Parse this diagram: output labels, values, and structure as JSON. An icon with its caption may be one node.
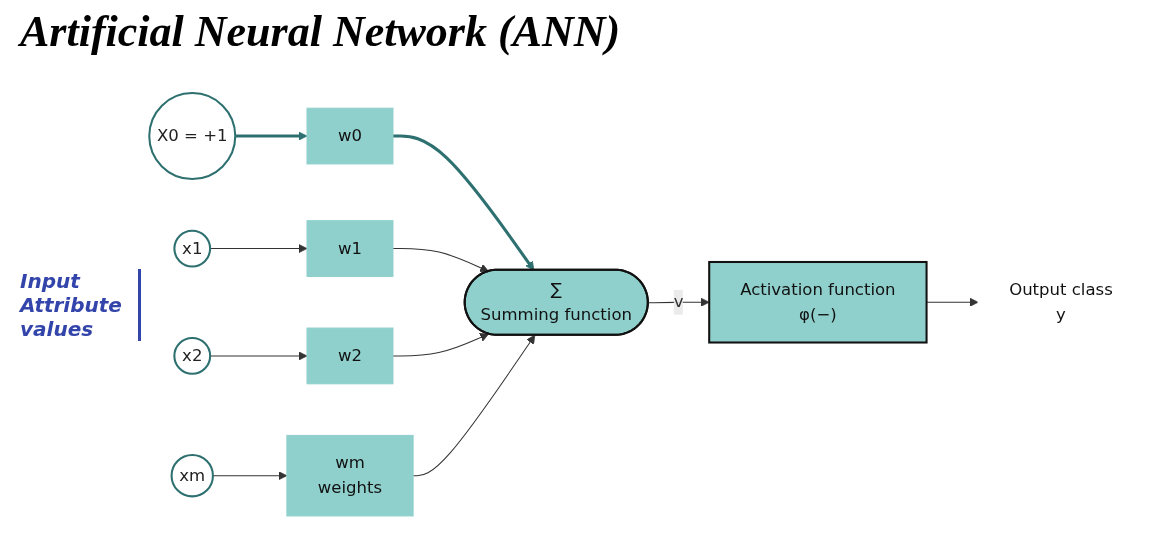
{
  "diagram": {
    "title": "Artificial Neural Network (ANN)",
    "nodes": [
      {
        "text": [
          "X0 = +1"
        ]
      },
      {
        "text": [
          "w0"
        ]
      },
      {
        "text": [
          "x1"
        ]
      },
      {
        "text": [
          "w1"
        ]
      },
      {
        "text": [
          "x2"
        ]
      },
      {
        "text": [
          "w2"
        ]
      },
      {
        "text": [
          "xm"
        ]
      },
      {
        "text": [
          "wm",
          "weights"
        ]
      },
      {
        "text": [
          "∑",
          "Summing function"
        ]
      },
      {
        "text": [
          "Activation function",
          "φ(−)"
        ]
      },
      {
        "text": [
          "Output class",
          "y"
        ]
      }
    ],
    "edges": [
      {
        "from": 0,
        "to": 1,
        "arrow": "to",
        "style": "thick",
        "color": "#2e7070"
      },
      {
        "from": 1,
        "to": 8,
        "arrow": "to",
        "style": "thick",
        "color": "#2e7070"
      },
      {
        "from": 2,
        "to": 3,
        "arrow": "to"
      },
      {
        "from": 3,
        "to": 8,
        "arrow": "to"
      },
      {
        "from": 4,
        "to": 5,
        "arrow": "to"
      },
      {
        "from": 5,
        "to": 8,
        "arrow": "to"
      },
      {
        "from": 6,
        "to": 7,
        "arrow": "to"
      },
      {
        "from": 7,
        "to": 8,
        "arrow": "to"
      },
      {
        "from": 8,
        "to": 9,
        "arrow": "to",
        "label": "v"
      },
      {
        "from": 9,
        "to": 10,
        "arrow": "to"
      }
    ],
    "labels": [
      "Input Attribute values"
    ]
  }
}
